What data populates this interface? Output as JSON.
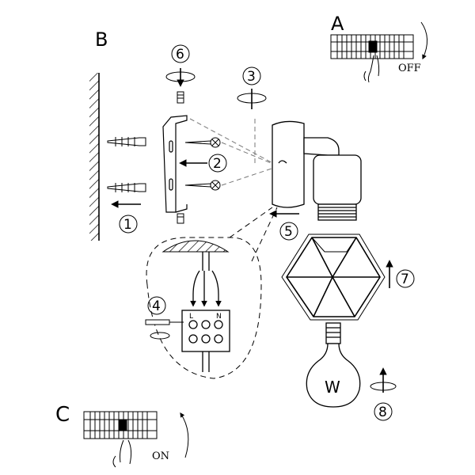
{
  "sections": {
    "a": "A",
    "b": "B",
    "c": "C"
  },
  "switch_labels": {
    "off": "OFF",
    "on": "ON"
  },
  "steps": [
    "1",
    "2",
    "3",
    "4",
    "5",
    "6",
    "7",
    "8"
  ],
  "terminal_labels": [
    "L",
    "N"
  ],
  "bulb_label": "W"
}
